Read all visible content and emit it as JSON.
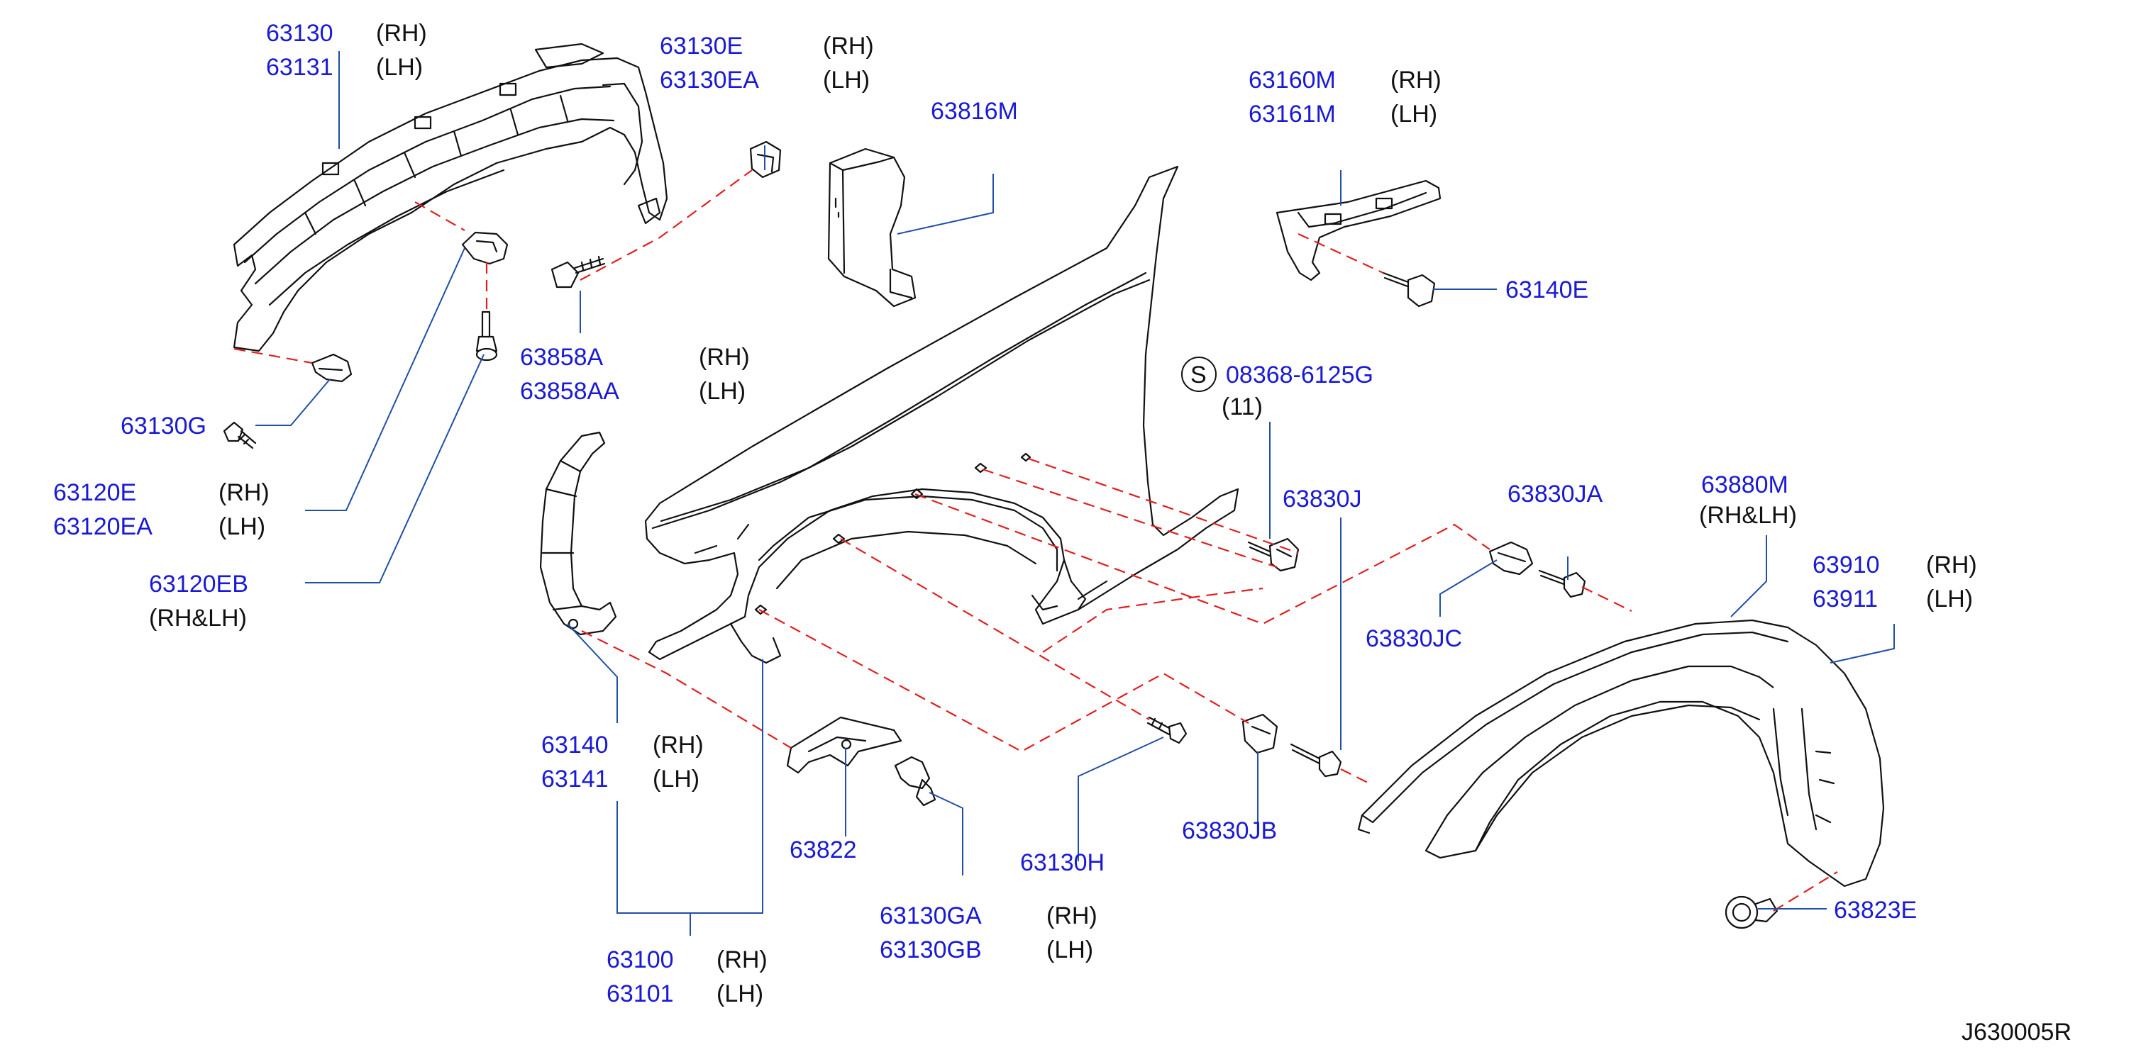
{
  "diagram_id": "J630005R",
  "callouts": [
    {
      "key": "c1",
      "parts": [
        {
          "number": "63130",
          "side": "(RH)"
        },
        {
          "number": "63131",
          "side": "(LH)"
        }
      ]
    },
    {
      "key": "c2",
      "parts": [
        {
          "number": "63130E",
          "side": "(RH)"
        },
        {
          "number": "63130EA",
          "side": "(LH)"
        }
      ]
    },
    {
      "key": "c3",
      "parts": [
        {
          "number": "63816M",
          "side": ""
        }
      ]
    },
    {
      "key": "c4",
      "parts": [
        {
          "number": "63160M",
          "side": "(RH)"
        },
        {
          "number": "63161M",
          "side": "(LH)"
        }
      ]
    },
    {
      "key": "c5",
      "parts": [
        {
          "number": "63140E",
          "side": ""
        }
      ]
    },
    {
      "key": "c6",
      "parts": [
        {
          "number": "08368-6125G",
          "side": "(11)"
        }
      ],
      "symbol": "S"
    },
    {
      "key": "c7",
      "parts": [
        {
          "number": "63858A",
          "side": "(RH)"
        },
        {
          "number": "63858AA",
          "side": "(LH)"
        }
      ]
    },
    {
      "key": "c8",
      "parts": [
        {
          "number": "63130G",
          "side": ""
        }
      ]
    },
    {
      "key": "c9",
      "parts": [
        {
          "number": "63120E",
          "side": "(RH)"
        },
        {
          "number": "63120EA",
          "side": "(LH)"
        }
      ]
    },
    {
      "key": "c10",
      "parts": [
        {
          "number": "63120EB",
          "side": "(RH&LH)"
        }
      ]
    },
    {
      "key": "c11",
      "parts": [
        {
          "number": "63830J",
          "side": ""
        }
      ]
    },
    {
      "key": "c12",
      "parts": [
        {
          "number": "63830JA",
          "side": ""
        }
      ]
    },
    {
      "key": "c13",
      "parts": [
        {
          "number": "63830JC",
          "side": ""
        }
      ]
    },
    {
      "key": "c14",
      "parts": [
        {
          "number": "63880M",
          "side": "(RH&LH)"
        }
      ]
    },
    {
      "key": "c15",
      "parts": [
        {
          "number": "63910",
          "side": "(RH)"
        },
        {
          "number": "63911",
          "side": "(LH)"
        }
      ]
    },
    {
      "key": "c16",
      "parts": [
        {
          "number": "63140",
          "side": "(RH)"
        },
        {
          "number": "63141",
          "side": "(LH)"
        }
      ]
    },
    {
      "key": "c17",
      "parts": [
        {
          "number": "63822",
          "side": ""
        }
      ]
    },
    {
      "key": "c18",
      "parts": [
        {
          "number": "63130GA",
          "side": "(RH)"
        },
        {
          "number": "63130GB",
          "side": "(LH)"
        }
      ]
    },
    {
      "key": "c19",
      "parts": [
        {
          "number": "63130H",
          "side": ""
        }
      ]
    },
    {
      "key": "c20",
      "parts": [
        {
          "number": "63830JB",
          "side": ""
        }
      ]
    },
    {
      "key": "c21",
      "parts": [
        {
          "number": "63823E",
          "side": ""
        }
      ]
    },
    {
      "key": "c22",
      "parts": [
        {
          "number": "63100",
          "side": "(RH)"
        },
        {
          "number": "63101",
          "side": "(LH)"
        }
      ]
    }
  ],
  "colors": {
    "part_number": "#1a1ad6",
    "leader_line": "#1f4fa8",
    "assembly_dash": "#e02020",
    "line_art": "#111111"
  }
}
